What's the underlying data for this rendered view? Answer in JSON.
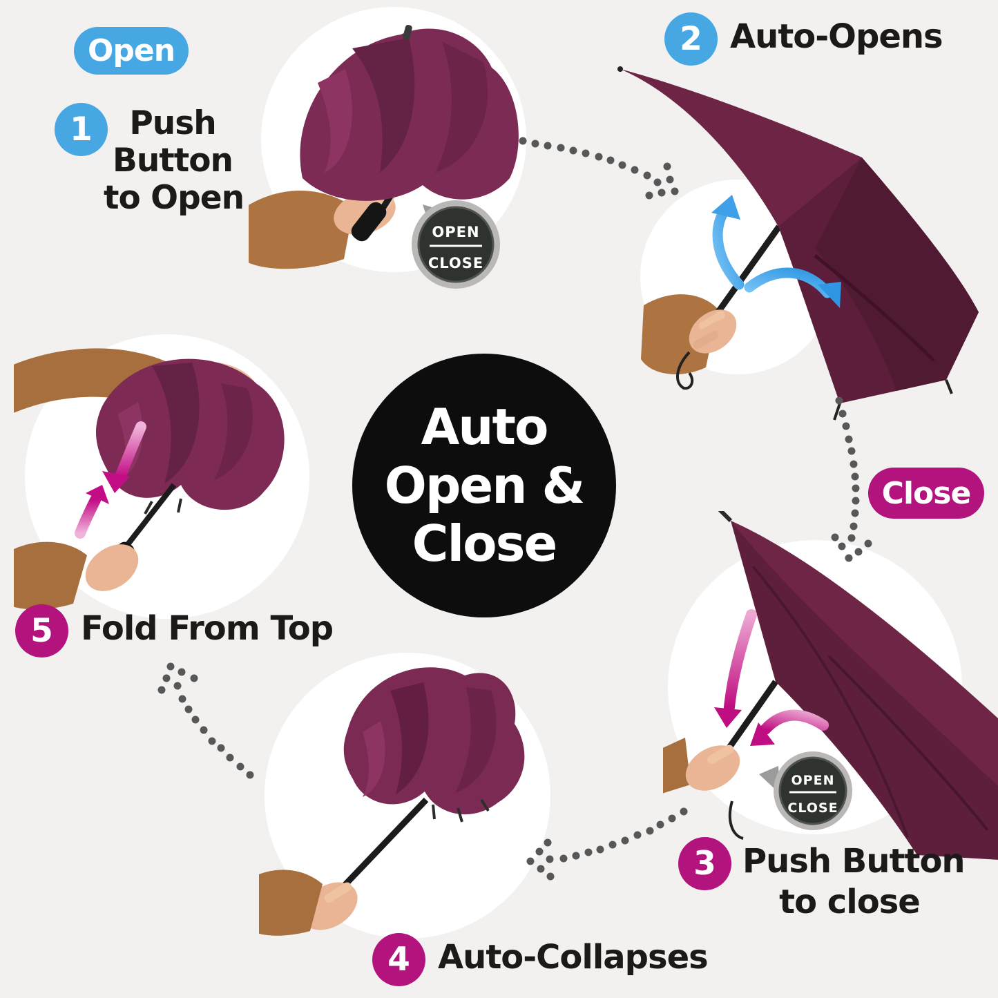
{
  "title_badge": {
    "lines": [
      "Auto",
      "Open &",
      "Close"
    ]
  },
  "phases": {
    "open": "Open",
    "close": "Close"
  },
  "button_badge": {
    "top": "OPEN",
    "bottom": "CLOSE"
  },
  "steps": [
    {
      "num": "1",
      "lines": [
        "Push",
        "Button",
        "to Open"
      ]
    },
    {
      "num": "2",
      "label": "Auto-Opens"
    },
    {
      "num": "3",
      "lines": [
        "Push Button",
        "to close"
      ]
    },
    {
      "num": "4",
      "label": "Auto-Collapses"
    },
    {
      "num": "5",
      "label": "Fold From Top"
    }
  ],
  "colors": {
    "background": "#f2f1f0",
    "open_accent": "#47a7e3",
    "close_accent": "#b2137d",
    "center_badge_bg": "#0e0d0d",
    "umbrella_plum": "#6b2248",
    "umbrella_plum_dark": "#561b36",
    "dots_gray": "#575757",
    "sleeve_tan": "#a86f3e",
    "skin": "#e9b594"
  }
}
